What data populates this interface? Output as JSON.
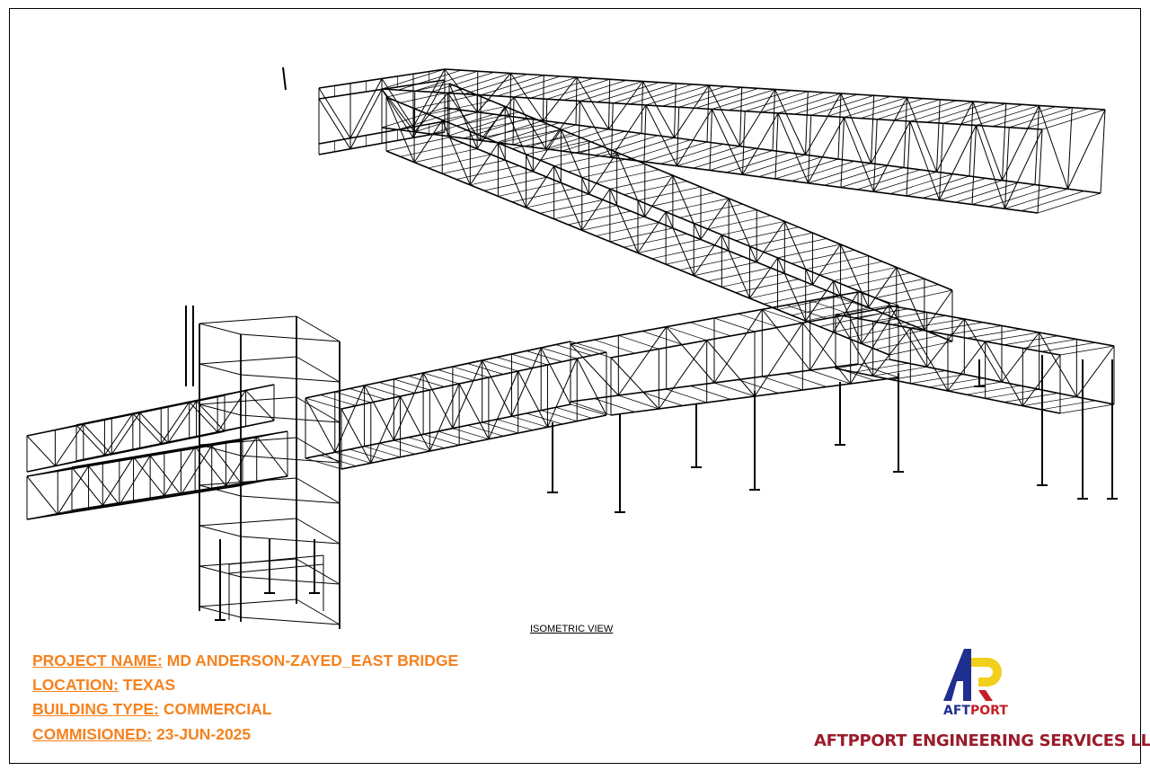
{
  "drawing": {
    "view_label": "ISOMETRIC VIEW"
  },
  "project_info": [
    {
      "key": "PROJECT NAME:",
      "value": "MD ANDERSON-ZAYED_EAST BRIDGE"
    },
    {
      "key": "LOCATION:",
      "value": "TEXAS"
    },
    {
      "key": "BUILDING TYPE:",
      "value": "COMMERCIAL"
    },
    {
      "key": "COMMISIONED:",
      "value": "23-JUN-2025"
    }
  ],
  "logo": {
    "text": "AFTPORT",
    "colors": {
      "blue": "#1f2f8f",
      "yellow": "#f2cf1d",
      "red": "#c41e25"
    }
  },
  "company_name": "AFTPPORT ENGINEERING SERVICES LLC",
  "colors": {
    "info_text": "#f5821f",
    "company_text": "#9b1b2a"
  }
}
